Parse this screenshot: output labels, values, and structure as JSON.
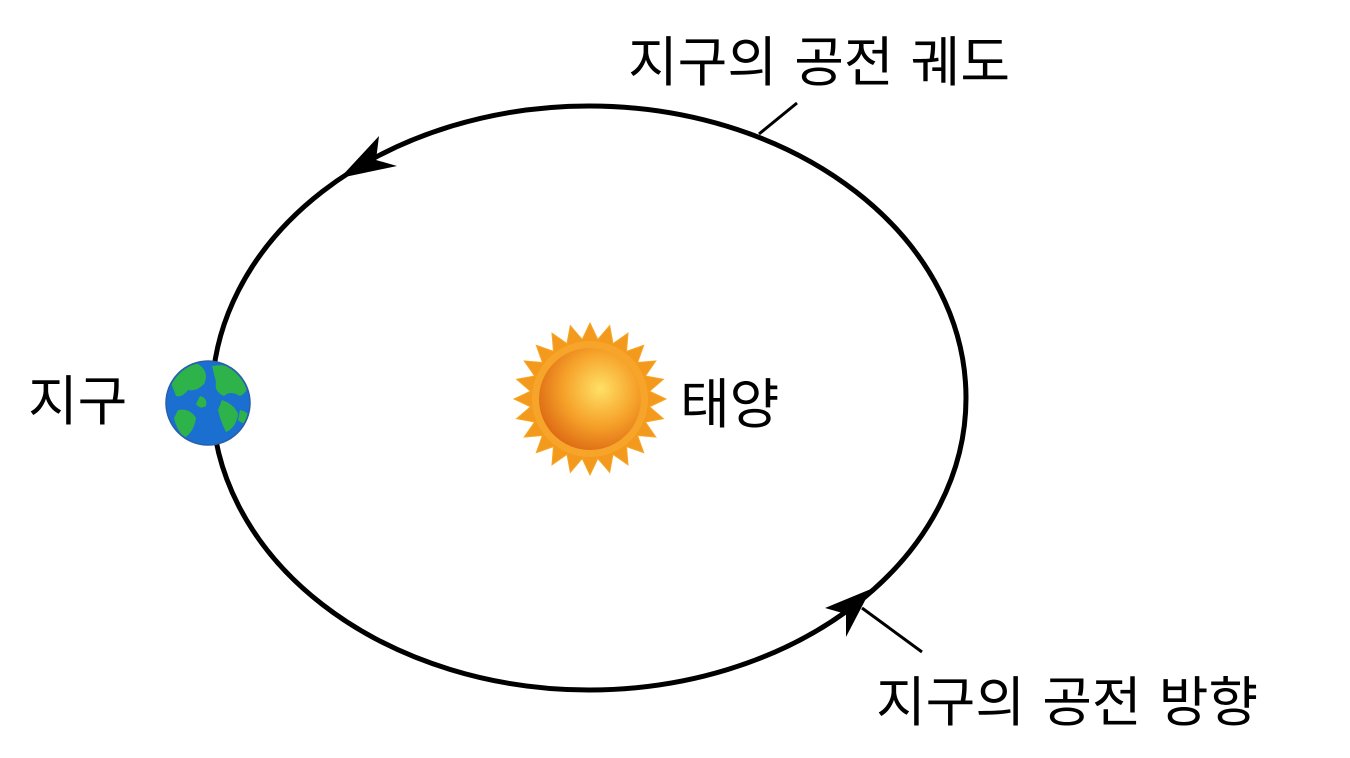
{
  "labels": {
    "orbit": "지구의 공전 궤도",
    "direction": "지구의 공전 방향",
    "earth": "지구",
    "sun": "태양"
  },
  "icons": {
    "earth": "earth-globe-icon",
    "sun": "sun-icon",
    "arrow": "direction-arrow-icon"
  },
  "colors": {
    "orbit_stroke": "#000000",
    "ocean": "#1a6fd0",
    "land": "#2db34a",
    "sun_core": "#ee8a1c",
    "sun_rays": "#f39a1e",
    "sun_highlight": "#ffe066"
  }
}
